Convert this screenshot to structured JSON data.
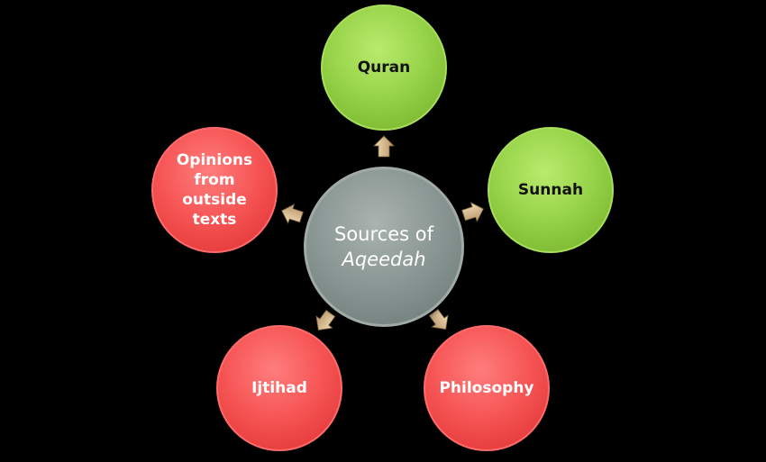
{
  "center": {
    "line1": "Sources of",
    "line2": "Aqeedah"
  },
  "nodes": {
    "quran": "Quran",
    "sunnah": "Sunnah",
    "philosophy": "Philosophy",
    "ijtihad": "Ijtihad",
    "opinions": [
      "Opinions",
      "from",
      "outside",
      "texts"
    ]
  },
  "colors": {
    "background": "#000000",
    "green_node": "#98d44a",
    "red_node": "#f75656",
    "center_node": "#8c9895",
    "arrow": "#d9b98a"
  }
}
